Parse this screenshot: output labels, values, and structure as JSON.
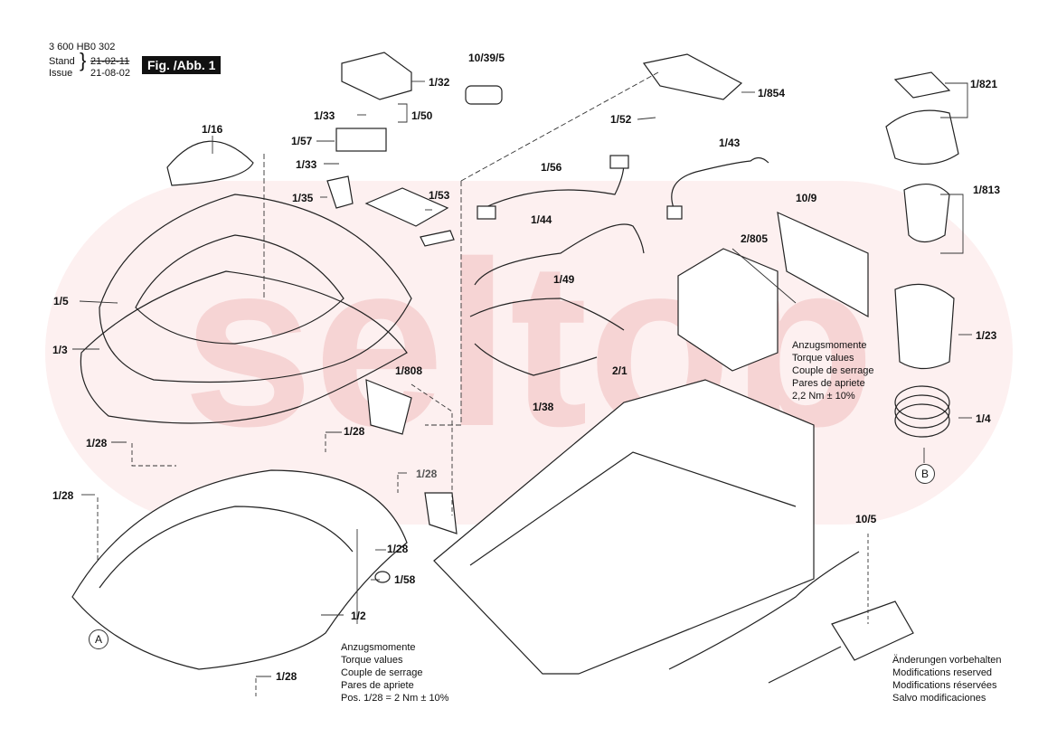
{
  "header": {
    "part_number": "3 600 HB0 302",
    "stand_label": "Stand",
    "issue_label": "Issue",
    "old_date": "21-02-11",
    "new_date": "21-08-02",
    "figure": "Fig. /Abb. 1"
  },
  "labels": {
    "l1_16": "1/16",
    "l1_5": "1/5",
    "l1_3": "1/3",
    "l1_32": "1/32",
    "l1_33a": "1/33",
    "l1_50": "1/50",
    "l1_57": "1/57",
    "l1_33b": "1/33",
    "l1_35": "1/35",
    "l1_53": "1/53",
    "l10_39_5": "10/39/5",
    "l1_854": "1/854",
    "l1_52": "1/52",
    "l1_56": "1/56",
    "l1_43": "1/43",
    "l1_44": "1/44",
    "l1_49": "1/49",
    "l1_38": "1/38",
    "l10_9": "10/9",
    "l2_805": "2/805",
    "l1_821": "1/821",
    "l1_813": "1/813",
    "l1_23": "1/23",
    "l1_4": "1/4",
    "l1_808": "1/808",
    "l2_1": "2/1",
    "l1_28a": "1/28",
    "l1_28b": "1/28",
    "l1_28c": "1/28",
    "l1_28d": "1/28",
    "l1_28e": "1/28",
    "l1_28f": "1/28",
    "l1_58": "1/58",
    "l1_2": "1/2",
    "l10_5": "10/5",
    "circle_a": "A",
    "circle_b": "B"
  },
  "torque_note_right": {
    "line1": "Anzugsmomente",
    "line2": "Torque values",
    "line3": "Couple de serrage",
    "line4": "Pares de apriete",
    "line5": "2,2 Nm  ± 10%"
  },
  "torque_note_bottom": {
    "line1": "Anzugsmomente",
    "line2": "Torque values",
    "line3": "Couple de serrage",
    "line4": "Pares de apriete",
    "line5": "Pos.    1/28 = 2 Nm  ± 10%"
  },
  "changes_note": {
    "line1": "Änderungen vorbehalten",
    "line2": "Modifications reserved",
    "line3": "Modifications réservées",
    "line4": "Salvo modificaciones"
  },
  "watermark": "seltop",
  "colors": {
    "watermark": "#f7d6d6",
    "line": "#222222"
  }
}
